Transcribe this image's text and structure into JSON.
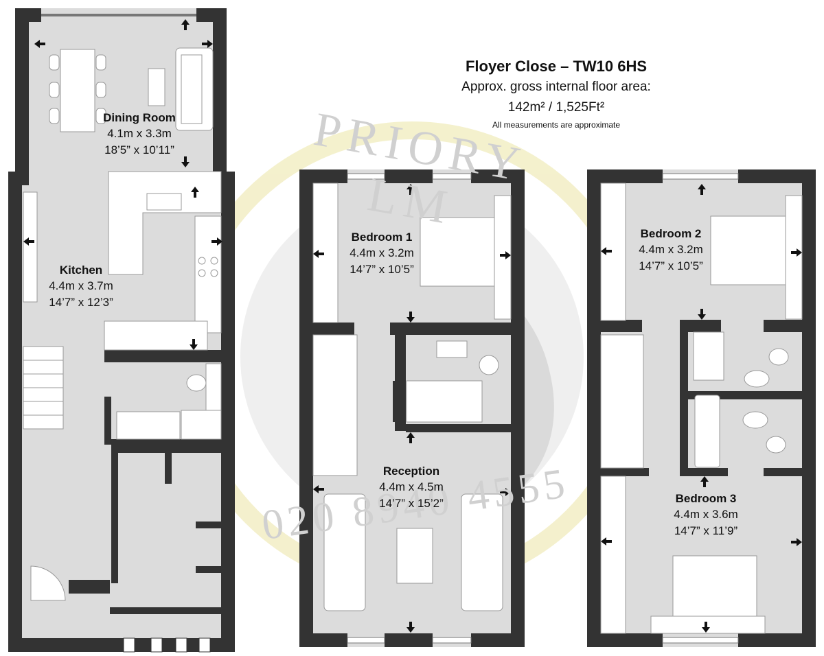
{
  "header": {
    "title": "Floyer Close – TW10 6HS",
    "area_label": "Approx. gross internal floor area:",
    "area_value": "142m² / 1,525Ft²",
    "note": "All measurements are approximate"
  },
  "watermark": {
    "top_text": "PRIORY LM",
    "bottom_text": "020 8940 4555",
    "colors": {
      "ring": "#f3efc8",
      "logo": "#e2e2e2"
    }
  },
  "colors": {
    "wall": "#333333",
    "floor": "#dcdcdc",
    "fixture_fill": "#ffffff",
    "fixture_stroke": "#999999"
  },
  "rooms": [
    {
      "name": "Dining Room",
      "dim_metric": "4.1m x 3.3m",
      "dim_imperial": "18’5” x 10’11”"
    },
    {
      "name": "Kitchen",
      "dim_metric": "4.4m x 3.7m",
      "dim_imperial": "14’7” x 12’3”"
    },
    {
      "name": "Bedroom 1",
      "dim_metric": "4.4m x 3.2m",
      "dim_imperial": "14’7” x 10’5”"
    },
    {
      "name": "Reception",
      "dim_metric": "4.4m x 4.5m",
      "dim_imperial": "14’7” x 15’2”"
    },
    {
      "name": "Bedroom 2",
      "dim_metric": "4.4m x 3.2m",
      "dim_imperial": "14’7” x 10’5”"
    },
    {
      "name": "Bedroom 3",
      "dim_metric": "4.4m x 3.6m",
      "dim_imperial": "14’7” x 11’9”"
    }
  ]
}
